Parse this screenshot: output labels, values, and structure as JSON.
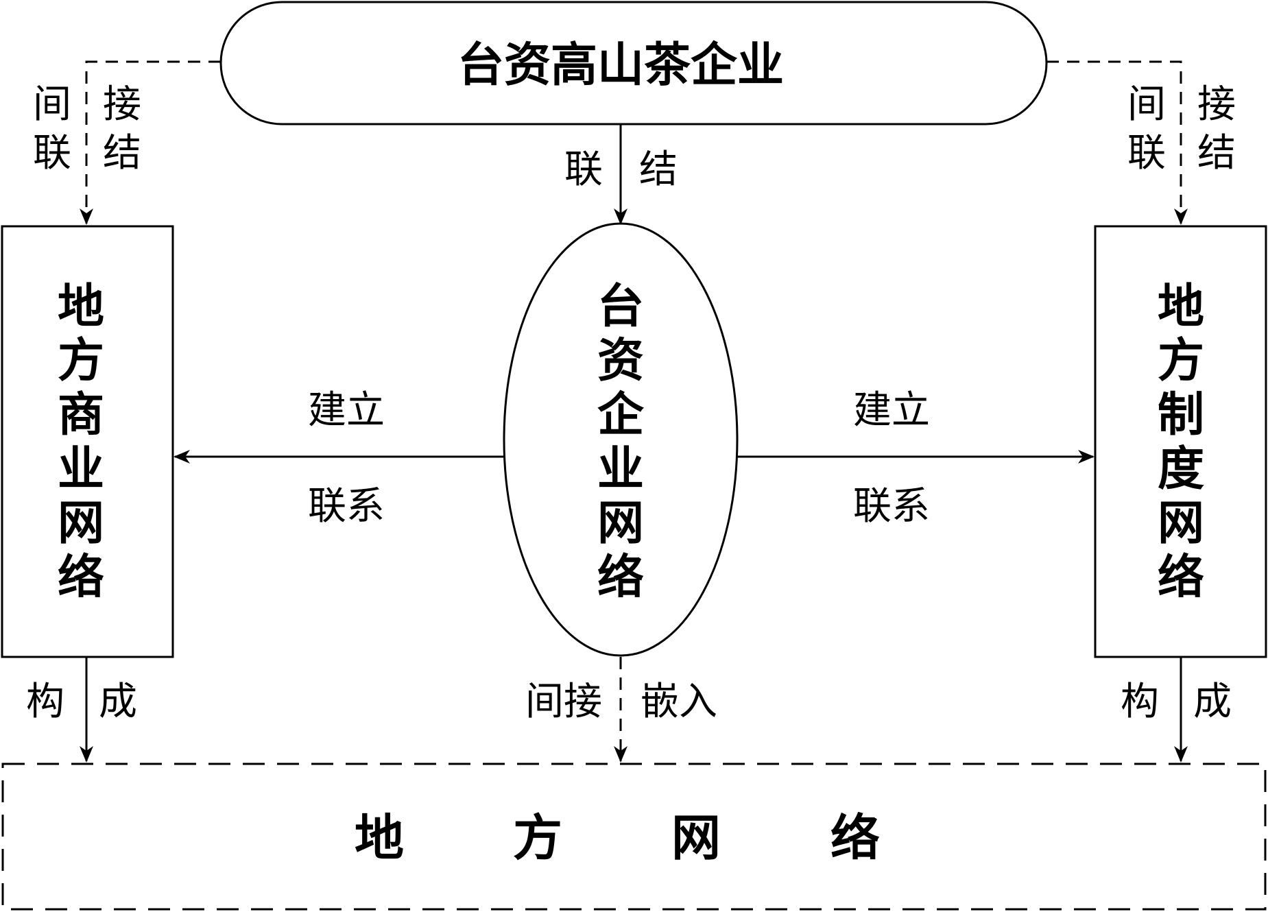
{
  "nodes": {
    "top": "台资高山茶企业",
    "center": [
      "台",
      "资",
      "企",
      "业",
      "网",
      "络"
    ],
    "left": [
      "地",
      "方",
      "商",
      "业",
      "网",
      "络"
    ],
    "right": [
      "地",
      "方",
      "制",
      "度",
      "网",
      "络"
    ],
    "bottom": [
      "地",
      "方",
      "网",
      "络"
    ]
  },
  "edges": {
    "top_left": [
      "间",
      "联",
      "接",
      "结"
    ],
    "top_right": [
      "间",
      "联",
      "接",
      "结"
    ],
    "top_center": [
      "联",
      "结"
    ],
    "center_left": [
      "建立",
      "联系"
    ],
    "center_right": [
      "建立",
      "联系"
    ],
    "left_bottom": [
      "构",
      "成"
    ],
    "right_bottom": [
      "构",
      "成"
    ],
    "center_bottom": [
      "间接",
      "嵌入"
    ]
  }
}
